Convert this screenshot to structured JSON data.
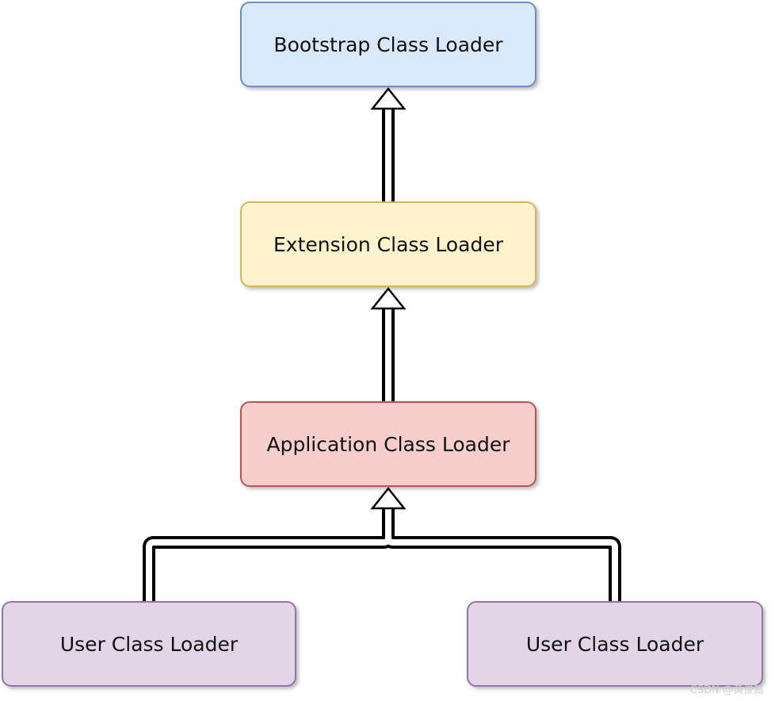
{
  "nodes": {
    "bootstrap": {
      "label": "Bootstrap Class Loader",
      "fill": "#dae8fc",
      "stroke": "#6c8ebf"
    },
    "extension": {
      "label": "Extension Class Loader",
      "fill": "#fff2cc",
      "stroke": "#d6b656"
    },
    "application": {
      "label": "Application Class Loader",
      "fill": "#f8cecc",
      "stroke": "#b85450"
    },
    "user_left": {
      "label": "User Class Loader",
      "fill": "#e1d5e7",
      "stroke": "#9673a6"
    },
    "user_right": {
      "label": "User Class Loader",
      "fill": "#e1d5e7",
      "stroke": "#9673a6"
    }
  },
  "edges": [
    {
      "from": "extension",
      "to": "bootstrap"
    },
    {
      "from": "application",
      "to": "extension"
    },
    {
      "from": "user_left",
      "to": "application"
    },
    {
      "from": "user_right",
      "to": "application"
    }
  ],
  "watermark": "CSDN @黄俊懿"
}
